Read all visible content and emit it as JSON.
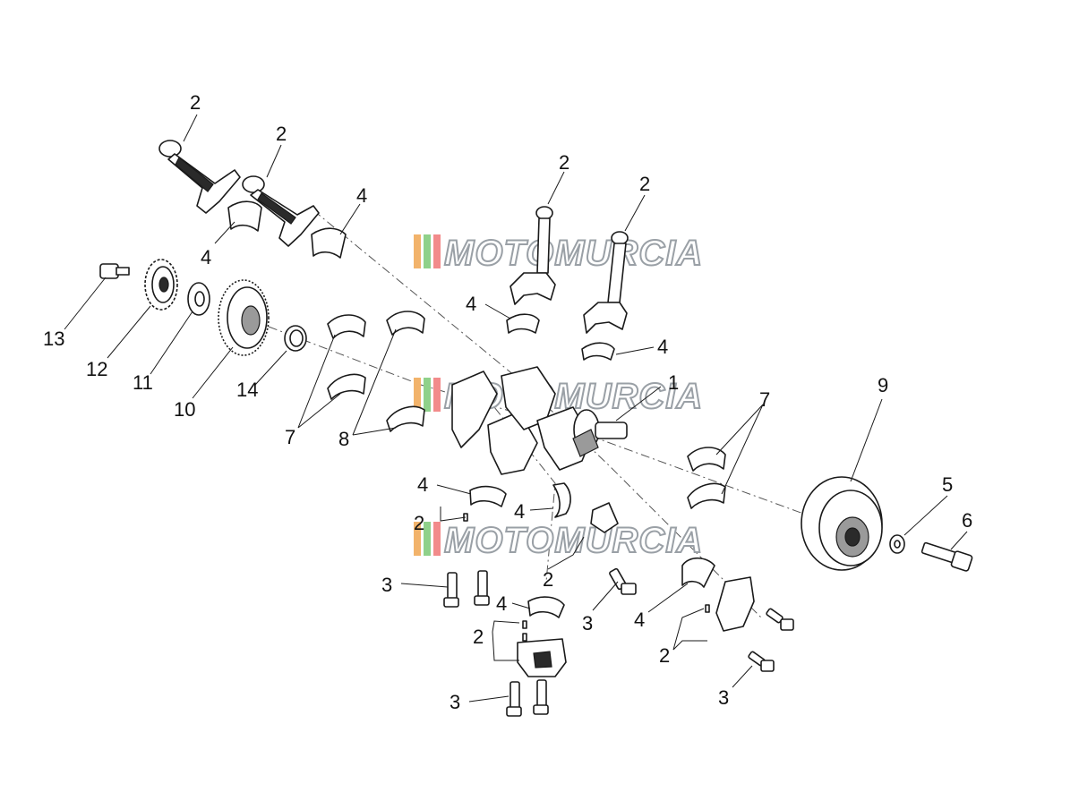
{
  "diagram": {
    "callouts": [
      {
        "id": "c2a",
        "label": "2"
      },
      {
        "id": "c2b",
        "label": "2"
      },
      {
        "id": "c2c",
        "label": "2"
      },
      {
        "id": "c2d",
        "label": "2"
      },
      {
        "id": "c4a",
        "label": "4"
      },
      {
        "id": "c4b",
        "label": "4"
      },
      {
        "id": "c4c",
        "label": "4"
      },
      {
        "id": "c4d",
        "label": "4"
      },
      {
        "id": "c13",
        "label": "13"
      },
      {
        "id": "c12",
        "label": "12"
      },
      {
        "id": "c11",
        "label": "11"
      },
      {
        "id": "c10",
        "label": "10"
      },
      {
        "id": "c14",
        "label": "14"
      },
      {
        "id": "c7a",
        "label": "7"
      },
      {
        "id": "c8",
        "label": "8"
      },
      {
        "id": "c1",
        "label": "1"
      },
      {
        "id": "c7b",
        "label": "7"
      },
      {
        "id": "c9",
        "label": "9"
      },
      {
        "id": "c5",
        "label": "5"
      },
      {
        "id": "c6",
        "label": "6"
      },
      {
        "id": "c4e",
        "label": "4"
      },
      {
        "id": "c4f",
        "label": "4"
      },
      {
        "id": "c2e",
        "label": "2"
      },
      {
        "id": "c2f",
        "label": "2"
      },
      {
        "id": "c3a",
        "label": "3"
      },
      {
        "id": "c3b",
        "label": "3"
      },
      {
        "id": "c4g",
        "label": "4"
      },
      {
        "id": "c4h",
        "label": "4"
      },
      {
        "id": "c2g",
        "label": "2"
      },
      {
        "id": "c2h",
        "label": "2"
      },
      {
        "id": "c3c",
        "label": "3"
      },
      {
        "id": "c3d",
        "label": "3"
      }
    ]
  },
  "watermark": {
    "text": "MOTOMURCIA",
    "stripe_colors": [
      "#f2b36b",
      "#8fd18a",
      "#f28b8b"
    ]
  }
}
